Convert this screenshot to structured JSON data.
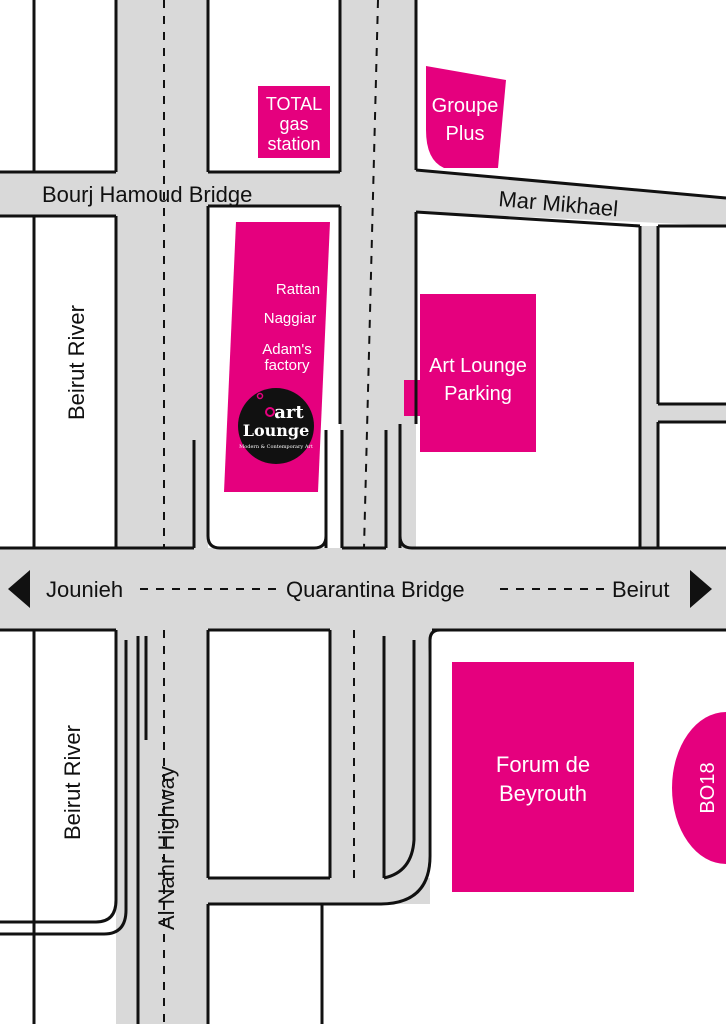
{
  "colors": {
    "road": "#d9d9d9",
    "edge": "#111111",
    "place": "#e5007e",
    "label_on_place": "#ffffff",
    "logo_bg": "#111111"
  },
  "roads": {
    "bourj_hamoud_bridge": "Bourj Hamoud Bridge",
    "mar_mikhael": "Mar Mikhael",
    "beirut_river_top": "Beirut River",
    "beirut_river_bottom": "Beirut River",
    "al_nahr_highway": "Al Nahr Highway",
    "quarantina_bridge": "Quarantina Bridge",
    "jounieh": "Jounieh",
    "beirut": "Beirut"
  },
  "places": {
    "total_line1": "TOTAL",
    "total_line2": "gas",
    "total_line3": "station",
    "groupe_line1": "Groupe",
    "groupe_line2": "Plus",
    "rattan": "Rattan",
    "naggiar": "Naggiar",
    "adams_line1": "Adam's",
    "adams_line2": "factory",
    "parking_line1": "Art Lounge",
    "parking_line2": "Parking",
    "forum_line1": "Forum de",
    "forum_line2": "Beyrouth",
    "bo18": "BO18"
  },
  "logo": {
    "word1": "art",
    "word2": "Lounge",
    "tagline": "Modern & Contemporary Art"
  },
  "icons": {
    "west": "arrow-left-icon",
    "east": "arrow-right-icon",
    "logo": "art-lounge-logo"
  }
}
